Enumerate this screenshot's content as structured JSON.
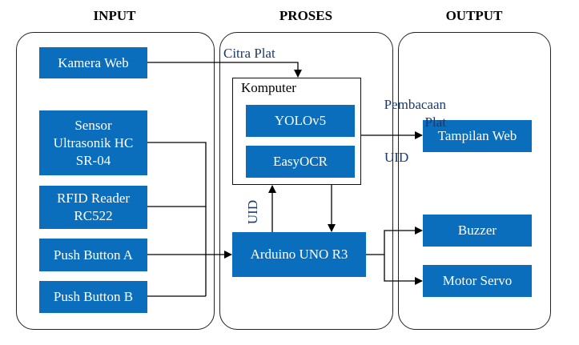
{
  "headers": {
    "input": "INPUT",
    "proses": "PROSES",
    "output": "OUTPUT"
  },
  "input": {
    "kamera": "Kamera Web",
    "sensor": "Sensor\nUltrasonik HC\nSR-04",
    "rfid": "RFID Reader\nRC522",
    "push_a": "Push Button A",
    "push_b": "Push Button B"
  },
  "proses": {
    "komputer": "Komputer",
    "yolo": "YOLOv5",
    "easyocr": "EasyOCR",
    "arduino": "Arduino UNO R3"
  },
  "output": {
    "tampilan": "Tampilan Web",
    "buzzer": "Buzzer",
    "servo": "Motor Servo"
  },
  "labels": {
    "citra_plat": "Citra Plat",
    "pembacaan_plat": "Pembacaan\nPlat",
    "uid_right": "UID",
    "uid_vertical": "UID"
  },
  "colors": {
    "box_fill": "#0a6ebd",
    "label_text": "#1c3a6b"
  }
}
